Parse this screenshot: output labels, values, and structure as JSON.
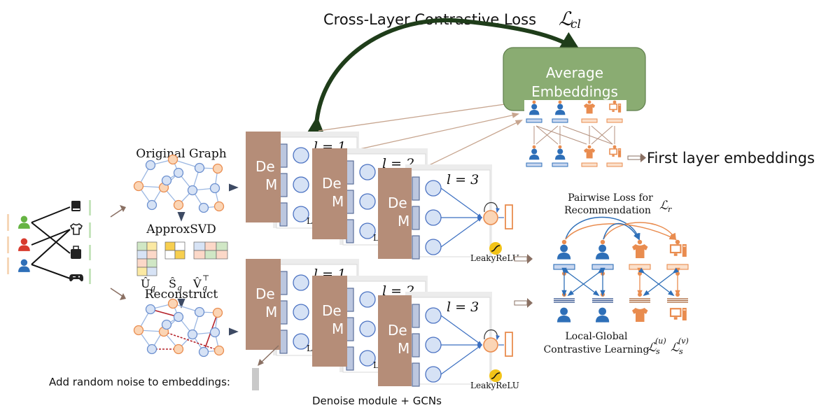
{
  "title": {
    "text": "Cross-Layer Contrastive Loss",
    "symbol_main": "ℒ",
    "symbol_sub": "cl"
  },
  "average_box": {
    "line1": "Average",
    "line2": "Embeddings",
    "fill": "#8aac72",
    "stroke": "#5f7f4c"
  },
  "first_layer_label": "First layer embeddings",
  "original_graph_label": "Original Graph",
  "approx_svd_label": "ApproxSVD",
  "svd_symbols": {
    "u": "Û",
    "u_sub": "q",
    "s": "Ŝ",
    "s_sub": "q",
    "v": "V̂",
    "v_sub": "q",
    "v_sup": "⊤"
  },
  "reconstruct_label": "Reconstruct",
  "denoise_text": {
    "line1": "De",
    "line2": "M"
  },
  "layer_labels": [
    "l = 1",
    "l = 2",
    "l = 3"
  ],
  "activation_label": "LeakyReLU",
  "truncated_letter": "L",
  "pairwise": {
    "line1": "Pairwise Loss for",
    "line2": "Recommendation",
    "symbol_main": "ℒ",
    "symbol_sub": "r"
  },
  "local_global": {
    "line1": "Local-Global",
    "line2": "Contrastive Learning",
    "sym1_main": "ℒ",
    "sym1_sub": "s",
    "sym1_sup": "(u)",
    "sym2_main": "ℒ",
    "sym2_sub": "s",
    "sym2_sup": "(v)"
  },
  "noise_label": "Add random noise to embeddings:",
  "denoise_module_label": "Denoise module + GCNs",
  "colors": {
    "user_blue": "#2e6fb8",
    "item_orange": "#e98c4f",
    "arrow_green": "#1f3d1a",
    "denoise_brown": "#b58d78",
    "node_blue": "#d6e2f5",
    "node_orange": "#fbd5b5"
  },
  "icons": {
    "user": "person-icon",
    "book": "book-icon",
    "shirt": "shirt-icon",
    "bag": "bag-icon",
    "gamepad": "gamepad-icon",
    "computer": "computer-icon",
    "activation": "sigmoid-icon"
  }
}
